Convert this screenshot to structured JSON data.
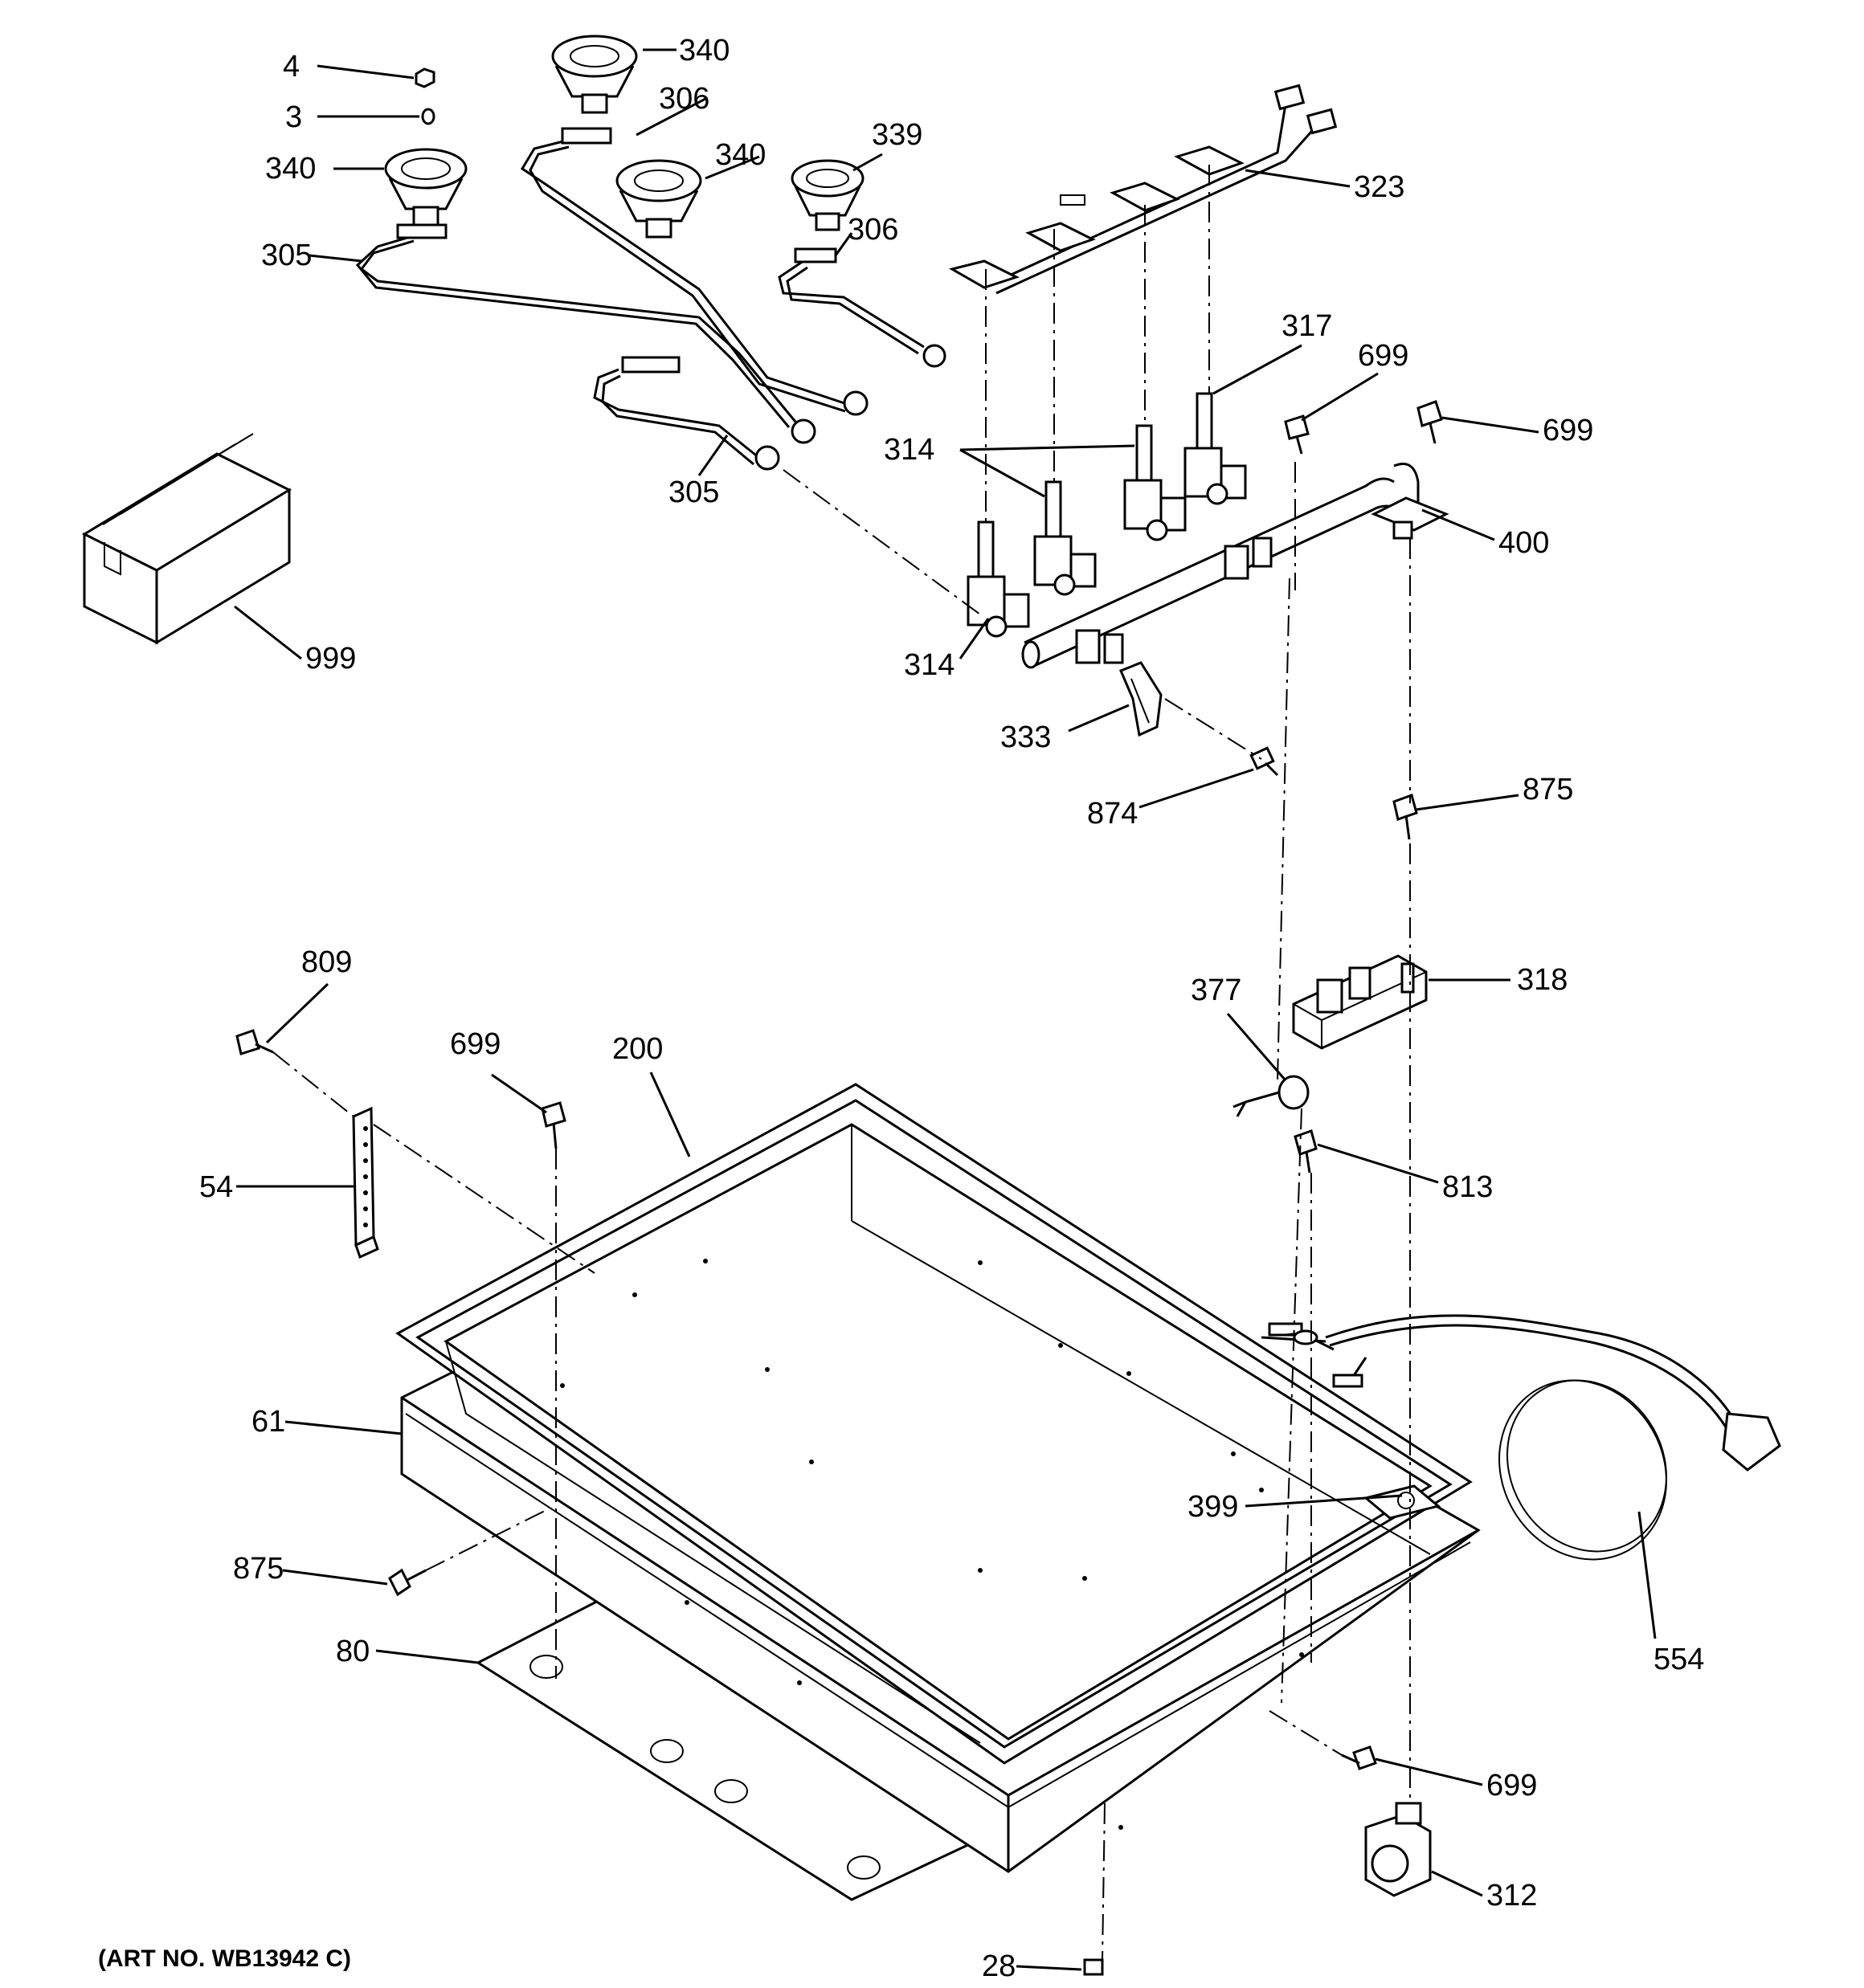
{
  "art_number": "(ART NO. WB13942 C)",
  "callouts": {
    "c4": "4",
    "c3": "3",
    "c340a": "340",
    "c340b": "340",
    "c340c": "340",
    "c306a": "306",
    "c306b": "306",
    "c339": "339",
    "c323": "323",
    "c305a": "305",
    "c305b": "305",
    "c317": "317",
    "c699a": "699",
    "c699b": "699",
    "c699c": "699",
    "c699d": "699",
    "c314a": "314",
    "c314b": "314",
    "c400": "400",
    "c999": "999",
    "c333": "333",
    "c874": "874",
    "c875a": "875",
    "c875b": "875",
    "c809": "809",
    "c377": "377",
    "c318": "318",
    "c200": "200",
    "c54": "54",
    "c813": "813",
    "c61": "61",
    "c399": "399",
    "c554": "554",
    "c80": "80",
    "c312": "312",
    "c28": "28"
  }
}
